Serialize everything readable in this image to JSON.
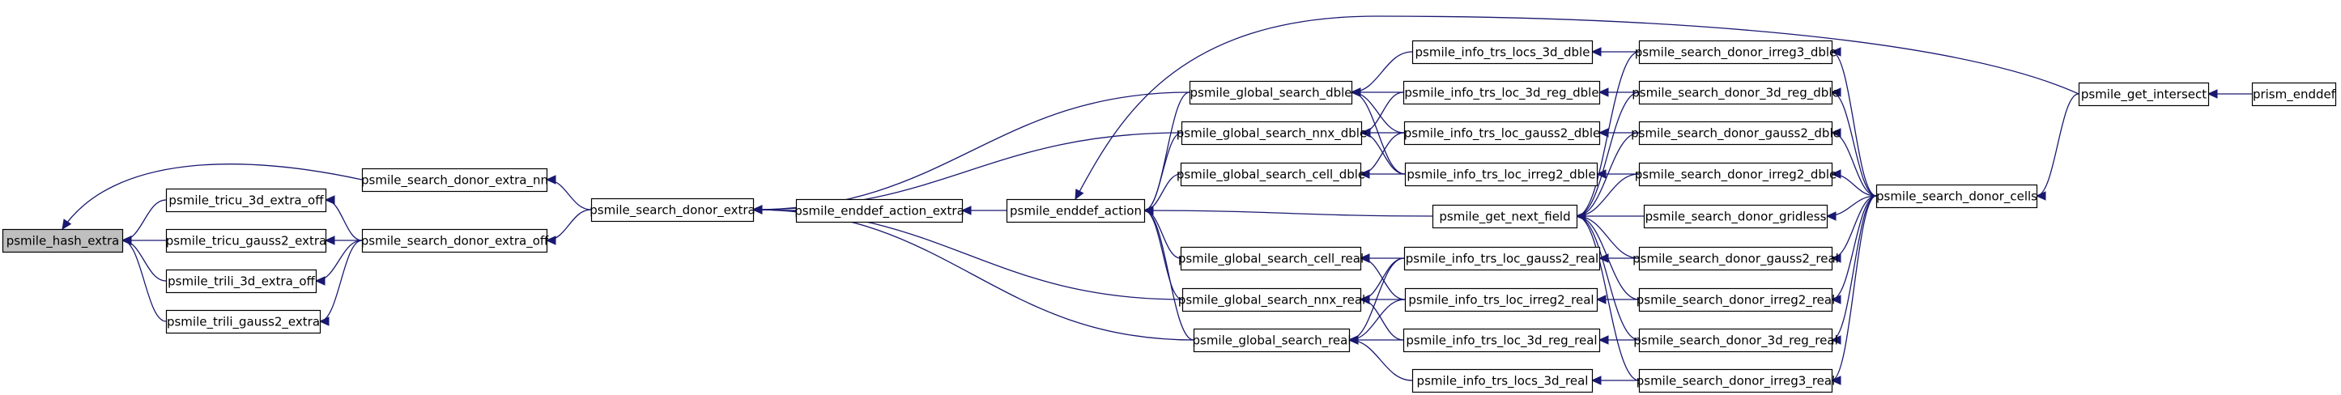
{
  "graph": {
    "nodes": [
      {
        "id": "hash_extra",
        "label": "psmile_hash_extra",
        "root": true
      },
      {
        "id": "tricu3d",
        "label": "psmile_tricu_3d_extra_off"
      },
      {
        "id": "tricug2",
        "label": "psmile_tricu_gauss2_extra"
      },
      {
        "id": "trili3d",
        "label": "psmile_trili_3d_extra_off"
      },
      {
        "id": "trilig2",
        "label": "psmile_trili_gauss2_extra"
      },
      {
        "id": "sde_nn",
        "label": "psmile_search_donor_extra_nn"
      },
      {
        "id": "sde_off",
        "label": "psmile_search_donor_extra_off"
      },
      {
        "id": "sde",
        "label": "psmile_search_donor_extra"
      },
      {
        "id": "eae",
        "label": "psmile_enddef_action_extra"
      },
      {
        "id": "ea",
        "label": "psmile_enddef_action"
      },
      {
        "id": "gs_dble",
        "label": "psmile_global_search_dble"
      },
      {
        "id": "gsnnx_dble",
        "label": "psmile_global_search_nnx_dble"
      },
      {
        "id": "gscell_dble",
        "label": "psmile_global_search_cell_dble"
      },
      {
        "id": "gnf",
        "label": "psmile_get_next_field"
      },
      {
        "id": "gscell_real",
        "label": "psmile_global_search_cell_real"
      },
      {
        "id": "gsnnx_real",
        "label": "psmile_global_search_nnx_real"
      },
      {
        "id": "gs_real",
        "label": "psmile_global_search_real"
      },
      {
        "id": "i_locs3d_dble",
        "label": "psmile_info_trs_locs_3d_dble"
      },
      {
        "id": "i_loc3dreg_dble",
        "label": "psmile_info_trs_loc_3d_reg_dble"
      },
      {
        "id": "i_locg2_dble",
        "label": "psmile_info_trs_loc_gauss2_dble"
      },
      {
        "id": "i_locirr2_dble",
        "label": "psmile_info_trs_loc_irreg2_dble"
      },
      {
        "id": "i_locg2_real",
        "label": "psmile_info_trs_loc_gauss2_real"
      },
      {
        "id": "i_locirr2_real",
        "label": "psmile_info_trs_loc_irreg2_real"
      },
      {
        "id": "i_loc3dreg_real",
        "label": "psmile_info_trs_loc_3d_reg_real"
      },
      {
        "id": "i_locs3d_real",
        "label": "psmile_info_trs_locs_3d_real"
      },
      {
        "id": "sd_irr3_dble",
        "label": "psmile_search_donor_irreg3_dble"
      },
      {
        "id": "sd_3dreg_dble",
        "label": "psmile_search_donor_3d_reg_dble"
      },
      {
        "id": "sd_g2_dble",
        "label": "psmile_search_donor_gauss2_dble"
      },
      {
        "id": "sd_irr2_dble",
        "label": "psmile_search_donor_irreg2_dble"
      },
      {
        "id": "sd_gridless",
        "label": "psmile_search_donor_gridless"
      },
      {
        "id": "sd_g2_real",
        "label": "psmile_search_donor_gauss2_real"
      },
      {
        "id": "sd_irr2_real",
        "label": "psmile_search_donor_irreg2_real"
      },
      {
        "id": "sd_3dreg_real",
        "label": "psmile_search_donor_3d_reg_real"
      },
      {
        "id": "sd_irr3_real",
        "label": "psmile_search_donor_irreg3_real"
      },
      {
        "id": "sd_cells",
        "label": "psmile_search_donor_cells"
      },
      {
        "id": "get_intersect",
        "label": "psmile_get_intersect"
      },
      {
        "id": "prism_enddef",
        "label": "prism_enddef"
      }
    ],
    "edges": [
      [
        "tricu3d",
        "hash_extra"
      ],
      [
        "tricug2",
        "hash_extra"
      ],
      [
        "trili3d",
        "hash_extra"
      ],
      [
        "trilig2",
        "hash_extra"
      ],
      [
        "sde_nn",
        "hash_extra"
      ],
      [
        "sde_off",
        "tricu3d"
      ],
      [
        "sde_off",
        "tricug2"
      ],
      [
        "sde_off",
        "trili3d"
      ],
      [
        "sde_off",
        "trilig2"
      ],
      [
        "sde",
        "sde_nn"
      ],
      [
        "sde",
        "sde_off"
      ],
      [
        "eae",
        "sde"
      ],
      [
        "gs_dble",
        "sde"
      ],
      [
        "gsnnx_dble",
        "sde"
      ],
      [
        "gsnnx_real",
        "sde"
      ],
      [
        "gs_real",
        "sde"
      ],
      [
        "ea",
        "eae"
      ],
      [
        "gs_dble",
        "ea"
      ],
      [
        "gsnnx_dble",
        "ea"
      ],
      [
        "gscell_dble",
        "ea"
      ],
      [
        "gnf",
        "ea"
      ],
      [
        "gscell_real",
        "ea"
      ],
      [
        "gsnnx_real",
        "ea"
      ],
      [
        "gs_real",
        "ea"
      ],
      [
        "get_intersect",
        "ea"
      ],
      [
        "i_locs3d_dble",
        "gs_dble"
      ],
      [
        "i_loc3dreg_dble",
        "gs_dble"
      ],
      [
        "i_locg2_dble",
        "gs_dble"
      ],
      [
        "i_locirr2_dble",
        "gs_dble"
      ],
      [
        "i_loc3dreg_dble",
        "gsnnx_dble"
      ],
      [
        "i_locg2_dble",
        "gsnnx_dble"
      ],
      [
        "i_locirr2_dble",
        "gsnnx_dble"
      ],
      [
        "i_locg2_dble",
        "gscell_dble"
      ],
      [
        "i_locirr2_dble",
        "gscell_dble"
      ],
      [
        "i_locg2_real",
        "gscell_real"
      ],
      [
        "i_locirr2_real",
        "gscell_real"
      ],
      [
        "i_locg2_real",
        "gsnnx_real"
      ],
      [
        "i_locirr2_real",
        "gsnnx_real"
      ],
      [
        "i_loc3dreg_real",
        "gsnnx_real"
      ],
      [
        "i_locg2_real",
        "gs_real"
      ],
      [
        "i_locirr2_real",
        "gs_real"
      ],
      [
        "i_loc3dreg_real",
        "gs_real"
      ],
      [
        "i_locs3d_real",
        "gs_real"
      ],
      [
        "sd_irr3_dble",
        "i_locs3d_dble"
      ],
      [
        "sd_3dreg_dble",
        "i_loc3dreg_dble"
      ],
      [
        "sd_g2_dble",
        "i_locg2_dble"
      ],
      [
        "sd_irr2_dble",
        "i_locirr2_dble"
      ],
      [
        "sd_g2_real",
        "i_locg2_real"
      ],
      [
        "sd_irr2_real",
        "i_locirr2_real"
      ],
      [
        "sd_3dreg_real",
        "i_loc3dreg_real"
      ],
      [
        "sd_irr3_real",
        "i_locs3d_real"
      ],
      [
        "sd_irr3_dble",
        "gnf"
      ],
      [
        "sd_3dreg_dble",
        "gnf"
      ],
      [
        "sd_g2_dble",
        "gnf"
      ],
      [
        "sd_irr2_dble",
        "gnf"
      ],
      [
        "sd_gridless",
        "gnf"
      ],
      [
        "sd_g2_real",
        "gnf"
      ],
      [
        "sd_irr2_real",
        "gnf"
      ],
      [
        "sd_3dreg_real",
        "gnf"
      ],
      [
        "sd_irr3_real",
        "gnf"
      ],
      [
        "sd_cells",
        "sd_irr3_dble"
      ],
      [
        "sd_cells",
        "sd_3dreg_dble"
      ],
      [
        "sd_cells",
        "sd_g2_dble"
      ],
      [
        "sd_cells",
        "sd_irr2_dble"
      ],
      [
        "sd_cells",
        "sd_gridless"
      ],
      [
        "sd_cells",
        "sd_g2_real"
      ],
      [
        "sd_cells",
        "sd_irr2_real"
      ],
      [
        "sd_cells",
        "sd_3dreg_real"
      ],
      [
        "sd_cells",
        "sd_irr3_real"
      ],
      [
        "get_intersect",
        "sd_cells"
      ],
      [
        "prism_enddef",
        "get_intersect"
      ]
    ]
  }
}
